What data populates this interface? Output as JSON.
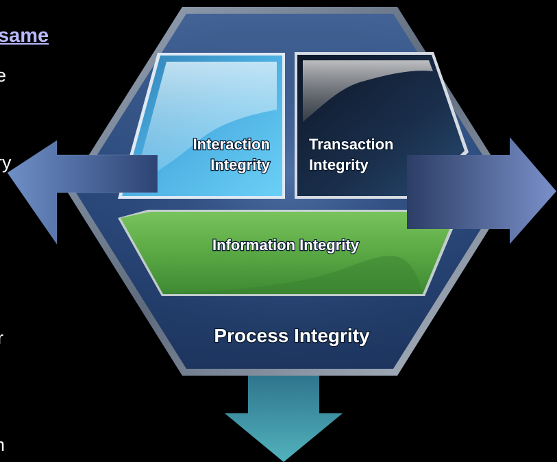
{
  "left_fragments": {
    "link_text": "same",
    "line_2": "e",
    "line_3": "ry",
    "line_4": "r",
    "line_5": "n"
  },
  "diagram": {
    "outer_label": "Process Integrity",
    "interaction": {
      "line1": "Interaction",
      "line2": "Integrity"
    },
    "transaction": {
      "line1": "Transaction",
      "line2": "Integrity"
    },
    "information": "Information Integrity"
  },
  "colors": {
    "background": "#000000",
    "hexagon": "#2e4f84",
    "interaction_panel": "#4fb2e0",
    "transaction_panel": "#1b2f4a",
    "information_panel": "#5fa84a",
    "arrow_left": "#4f6fa6",
    "arrow_right": "#6d83bb",
    "arrow_down": "#3f9aa6"
  }
}
